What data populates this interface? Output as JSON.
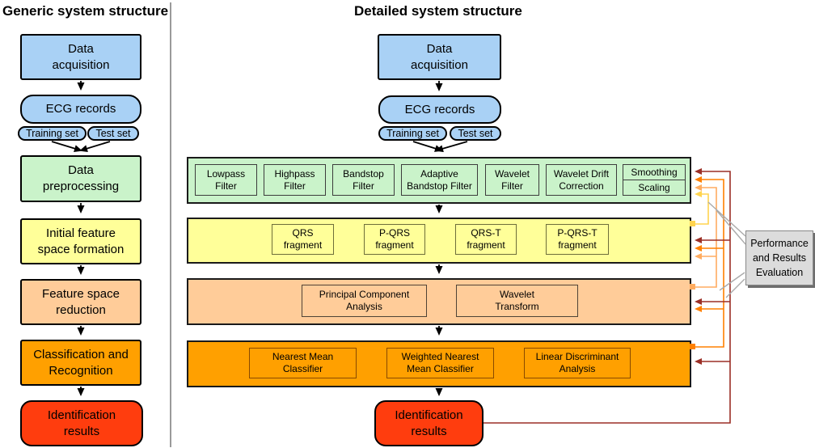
{
  "colors": {
    "blue": "#A9D1F5",
    "green": "#CAF3CA",
    "yellow": "#FFFF99",
    "peach": "#FFCC99",
    "orange": "#FFA000",
    "red": "#FF3D0E",
    "gray_box": "#DCDCDC",
    "fb_darkred": "#9B2F26",
    "fb_orange": "#FF8000",
    "fb_light_orange": "#FFAC60",
    "fb_yellow": "#FFD44F",
    "connector_gray": "#ABABAB"
  },
  "titles": {
    "generic": "Generic system structure",
    "detailed": "Detailed system structure"
  },
  "generic": {
    "data_acquisition": "Data\nacquisition",
    "ecg_records": "ECG records",
    "training_set": "Training set",
    "test_set": "Test set",
    "data_preprocessing": "Data\npreprocessing",
    "initial_feature": "Initial feature\nspace formation",
    "feature_reduction": "Feature space\nreduction",
    "classification": "Classification and\nRecognition",
    "identification": "Identification\nresults"
  },
  "detailed": {
    "data_acquisition": "Data\nacquisition",
    "ecg_records": "ECG records",
    "training_set": "Training set",
    "test_set": "Test set",
    "filters": [
      "Lowpass\nFilter",
      "Highpass\nFilter",
      "Bandstop\nFilter",
      "Adaptive\nBandstop Filter",
      "Wavelet\nFilter",
      "Wavelet Drift\nCorrection"
    ],
    "smoothing": "Smoothing",
    "scaling": "Scaling",
    "fragments": [
      "QRS\nfragment",
      "P-QRS\nfragment",
      "QRS-T\nfragment",
      "P-QRS-T\nfragment"
    ],
    "reduction": [
      "Principal Component\nAnalysis",
      "Wavelet\nTransform"
    ],
    "classifiers": [
      "Nearest Mean\nClassifier",
      "Weighted Nearest\nMean Classifier",
      "Linear Discriminant\nAnalysis"
    ],
    "identification": "Identification\nresults",
    "evaluation": "Performance\nand Results\nEvaluation"
  }
}
